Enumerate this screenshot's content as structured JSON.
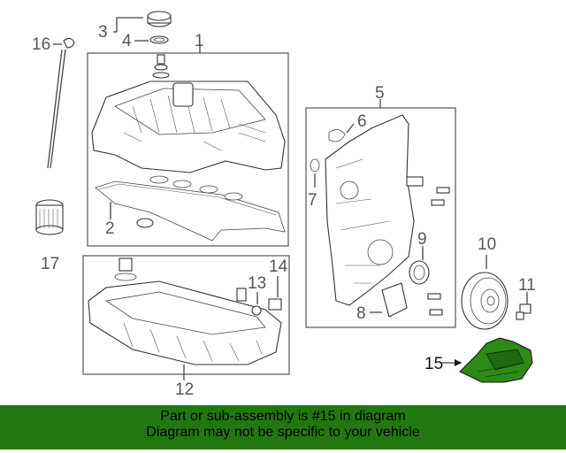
{
  "diagram": {
    "labels": {
      "p1": "1",
      "p2": "2",
      "p3": "3",
      "p4": "4",
      "p5": "5",
      "p6": "6",
      "p7": "7",
      "p8": "8",
      "p9": "9",
      "p10": "10",
      "p11": "11",
      "p12": "12",
      "p13": "13",
      "p14": "14",
      "p15": "15",
      "p16": "16",
      "p17": "17"
    },
    "highlight_color": "#2d8a14"
  },
  "banner": {
    "line1": "Part or sub-assembly is #15 in diagram",
    "line2": "Diagram may not be specific to your vehicle",
    "background": "#22780f"
  }
}
